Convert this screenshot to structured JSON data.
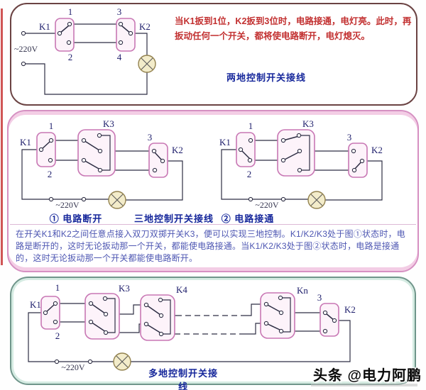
{
  "two_way": {
    "title": "两地控制开关接线",
    "note": "当K1扳到1位，K2扳到3位时，电路接通，电灯亮。此时，再扳动任何一个开关，都将使电路断开，电灯熄灭。",
    "k1": "K1",
    "k2": "K2",
    "n1": "1",
    "n2": "2",
    "n3": "3",
    "n4": "4",
    "voltage": "~220V"
  },
  "three_way": {
    "title": "三地控制开关接线",
    "cap_open": "① 电路断开",
    "cap_closed": "② 电路接通",
    "note": "在开关K1和K2之间任意点接入双刀双掷开关K3，便可以实现三地控制。K1/K2/K3处于图①状态时，电路是断开的，这时无论扳动那一个开关，都能使电路接通。当K1/K2/K3处于图②状态时，电路是接通的，这时无论扳动那一个开关都能使电路断开。",
    "d1": {
      "k1": "K1",
      "k3": "K3",
      "k2": "K2",
      "n1": "1",
      "n2": "2",
      "n3": "3",
      "voltage": "~220V"
    },
    "d2": {
      "k1": "K1",
      "k3": "K3",
      "k2": "K2",
      "n1": "1",
      "n2": "2",
      "n3": "3",
      "voltage": "~220V"
    }
  },
  "multi_way": {
    "title": "多地控制开关接线",
    "k1": "K1",
    "k3": "K3",
    "k4": "K4",
    "kn": "Kn",
    "k2": "K2",
    "n1": "1",
    "n2": "2",
    "n3": "3",
    "voltage": "~220V"
  },
  "watermark": {
    "text": "头条 @电力阿鹏"
  },
  "colors": {
    "panel_two_border": "#6b4343",
    "panel_three_border": "#d690c2",
    "panel_three_band": "#f3cde5",
    "panel_multi_border": "#6f958a",
    "panel_multi_band": "#d5ebe2",
    "switch_box_border": "#c877b4",
    "switch_box_fill": "#fdf3fa",
    "wire": "#2e2e44",
    "lamp_fill": "#f3ecca",
    "lamp_stroke": "#93824f",
    "note_red": "#c23030",
    "note_blue": "#4d56b2",
    "caption_navy": "#16279b",
    "left_edge_red": "#d05555"
  }
}
